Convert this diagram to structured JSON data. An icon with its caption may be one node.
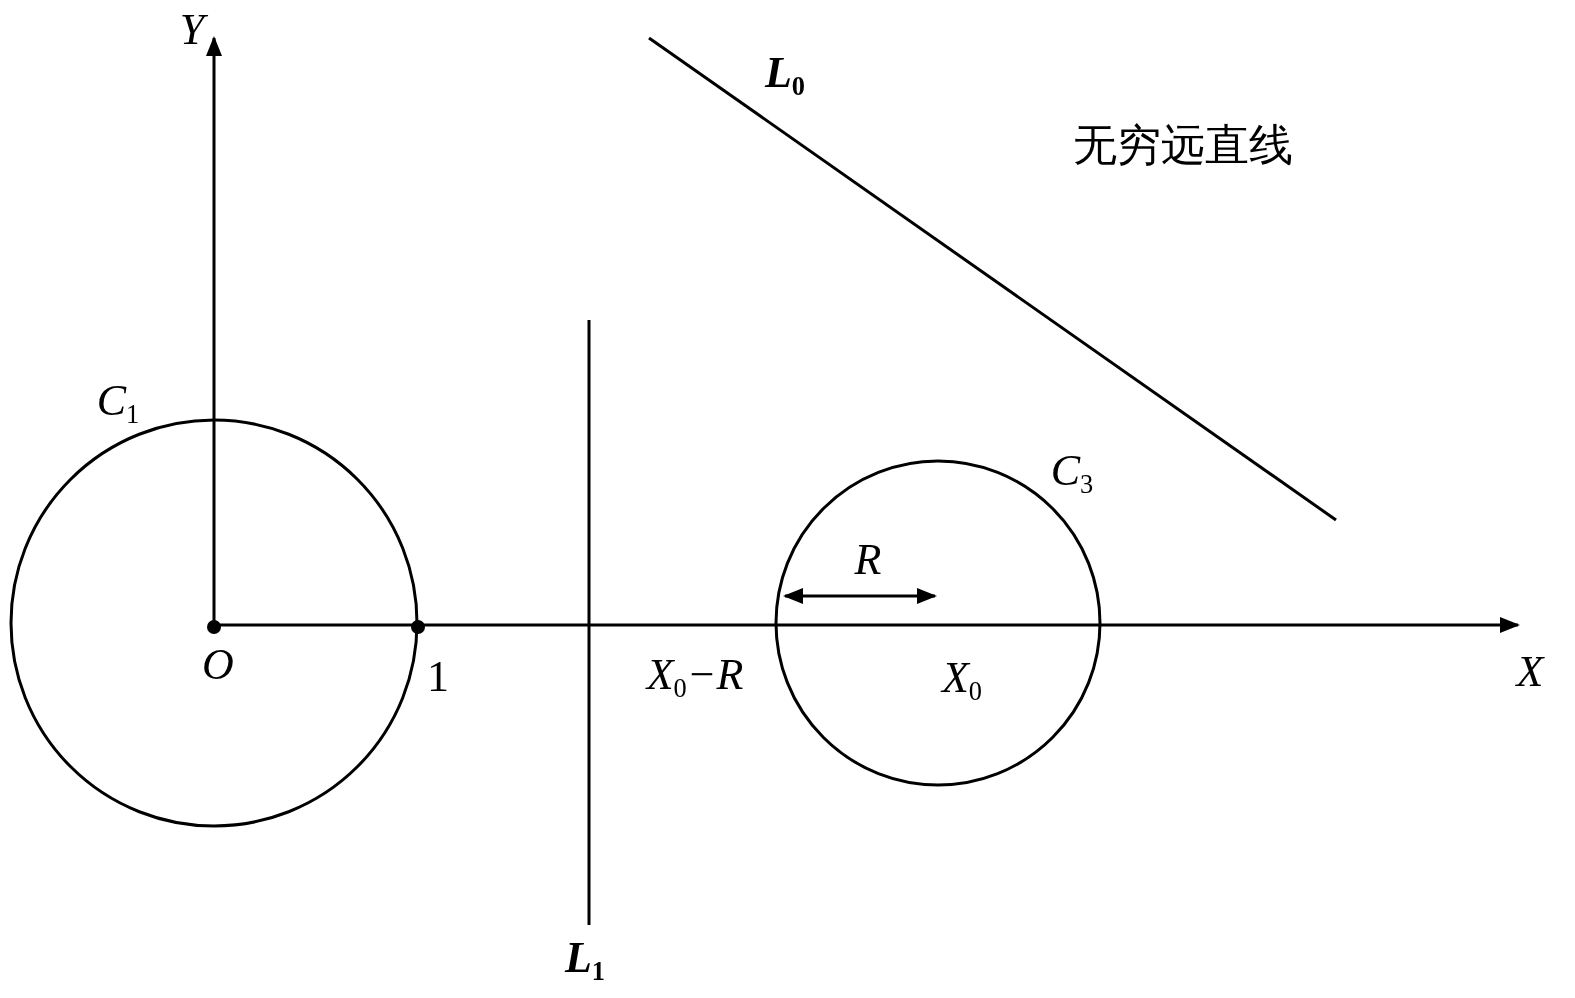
{
  "diagram": {
    "labels": [
      "Y",
      "L$_{0}$",
      "无穷远直线",
      "C$_{1}$",
      "C$_{3}$",
      "R",
      "O",
      "1",
      "X$_{0}$−R",
      "X$_{0}$",
      "X",
      "L$_{1}$"
    ]
  }
}
